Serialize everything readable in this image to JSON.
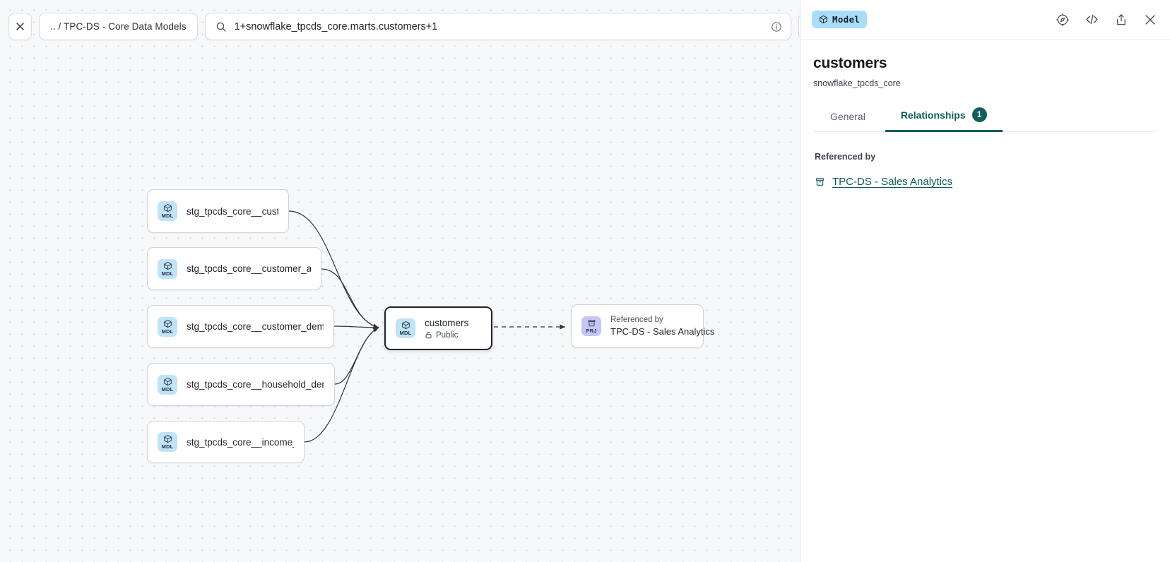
{
  "toolbar": {
    "close_icon": "close-icon",
    "breadcrumb": ".. / TPC-DS - Core Data Models",
    "search_icon": "search-icon",
    "search_value": "1+snowflake_tpcds_core.marts.customers+1",
    "info_icon": "info-icon",
    "refresh_icon": "refresh-icon"
  },
  "graph": {
    "upstream_nodes": [
      {
        "badge": "MDL",
        "label": "stg_tpcds_core__customer"
      },
      {
        "badge": "MDL",
        "label": "stg_tpcds_core__customer_address"
      },
      {
        "badge": "MDL",
        "label": "stg_tpcds_core__customer_demogra…"
      },
      {
        "badge": "MDL",
        "label": "stg_tpcds_core__household_demogr…"
      },
      {
        "badge": "MDL",
        "label": "stg_tpcds_core__income_band"
      }
    ],
    "selected_node": {
      "badge": "MDL",
      "label": "customers",
      "visibility": "Public",
      "visibility_icon": "lock-icon"
    },
    "project_node": {
      "badge": "PRJ",
      "caption": "Referenced by",
      "label": "TPC-DS - Sales Analytics"
    }
  },
  "panel": {
    "type_pill": "Model",
    "type_pill_icon": "cube-icon",
    "actions": [
      {
        "icon": "compass-icon"
      },
      {
        "icon": "code-icon"
      },
      {
        "icon": "share-icon"
      },
      {
        "icon": "close-icon"
      }
    ],
    "title": "customers",
    "subtitle": "snowflake_tpcds_core",
    "tabs": [
      {
        "label": "General",
        "active": false,
        "badge": ""
      },
      {
        "label": "Relationships",
        "active": true,
        "badge": "1"
      }
    ],
    "section_label": "Referenced by",
    "references": [
      {
        "icon": "project-icon",
        "label": "TPC-DS - Sales Analytics"
      }
    ]
  },
  "colors": {
    "accent_teal": "#0f5f5d",
    "badge_model": "#a8ddf8",
    "badge_mdl_node": "#bfe3f8",
    "badge_prj_node": "#c3c7f5",
    "canvas_bg": "#f7f8fa"
  }
}
